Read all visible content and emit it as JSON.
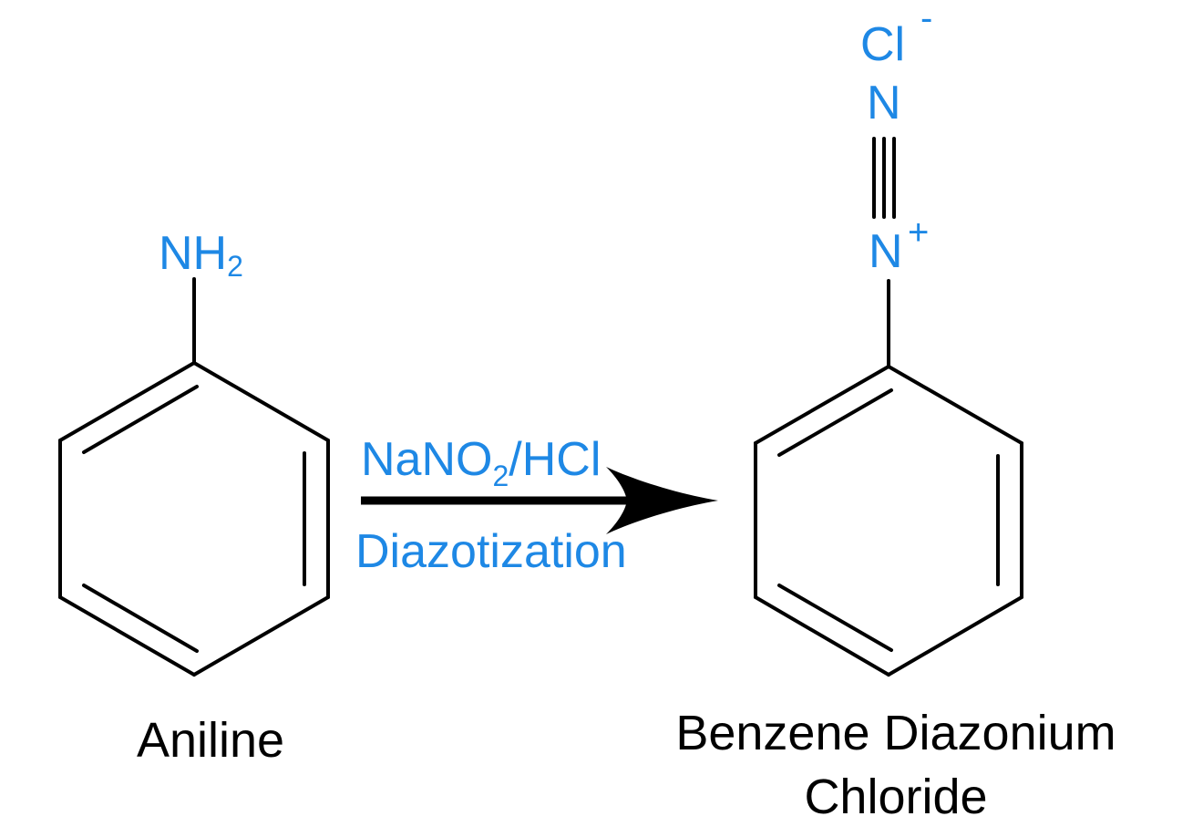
{
  "colors": {
    "bond": "#000000",
    "heteroatom": "#1e88e5",
    "reagent": "#1e88e5",
    "label": "#000000",
    "arrow": "#000000"
  },
  "reactant": {
    "group_main": "NH",
    "group_sub": "2",
    "name": "Aniline"
  },
  "reaction": {
    "reagent_main": "NaNO",
    "reagent_sub": "2",
    "reagent_tail": "/HCl",
    "condition": "Diazotization"
  },
  "product": {
    "n_attached": "N",
    "n_attached_charge": "+",
    "n_terminal": "N",
    "counter_ion": "Cl",
    "counter_ion_charge": "-",
    "name_line1": "Benzene Diazonium",
    "name_line2": "Chloride"
  }
}
